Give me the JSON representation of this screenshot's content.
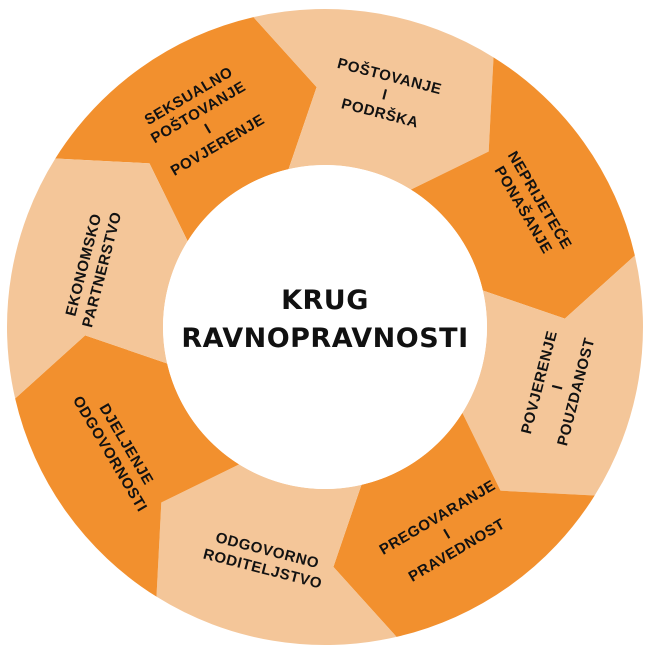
{
  "title": [
    "KRUG",
    "RAVNOPRAVNOSTI"
  ],
  "colors": {
    "dark": "#F2902E",
    "light": "#F4C699",
    "text": "#121212",
    "background": "#ffffff"
  },
  "segments": [
    {
      "lines": [
        "SEKSUALNO",
        "POŠTOVANJE",
        "I",
        "POVJERENJE"
      ],
      "color": "dark"
    },
    {
      "lines": [
        "POŠTOVANJE",
        "I",
        "PODRŠKA"
      ],
      "color": "light"
    },
    {
      "lines": [
        "NEPRIJETEĆE",
        "PONAŠANJE"
      ],
      "color": "dark"
    },
    {
      "lines": [
        "POVJERENJE",
        "I",
        "POUZDANOST"
      ],
      "color": "light"
    },
    {
      "lines": [
        "PREGOVARANJE",
        "I",
        "PRAVEDNOST"
      ],
      "color": "dark"
    },
    {
      "lines": [
        "ODGOVORNO",
        "RODITELJSTVO"
      ],
      "color": "light"
    },
    {
      "lines": [
        "DJELJENJE",
        "ODGOVORNOSTI"
      ],
      "color": "dark"
    },
    {
      "lines": [
        "EKONOMSKO",
        "PARTNERSTVO"
      ],
      "color": "light"
    }
  ]
}
